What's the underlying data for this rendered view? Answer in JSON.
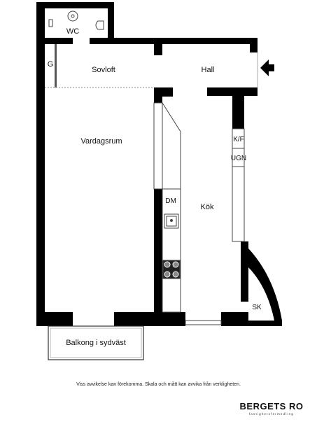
{
  "rooms": {
    "wc": "WC",
    "sovloft": "Sovloft",
    "g": "G",
    "hall": "Hall",
    "vardagsrum": "Vardagsrum",
    "kf": "K/F",
    "ugn": "UGN",
    "dm": "DM",
    "kok": "Kök",
    "sk": "SK",
    "balkong": "Balkong i sydväst"
  },
  "disclaimer": "Viss avvikelse kan förekomma. Skala och mått kan avvika från verkligheten.",
  "brand": {
    "name": "BERGETS RO",
    "tagline": "fastighetsförmedling"
  },
  "colors": {
    "wall": "#000000",
    "background": "#ffffff",
    "fixture": "#777777"
  }
}
